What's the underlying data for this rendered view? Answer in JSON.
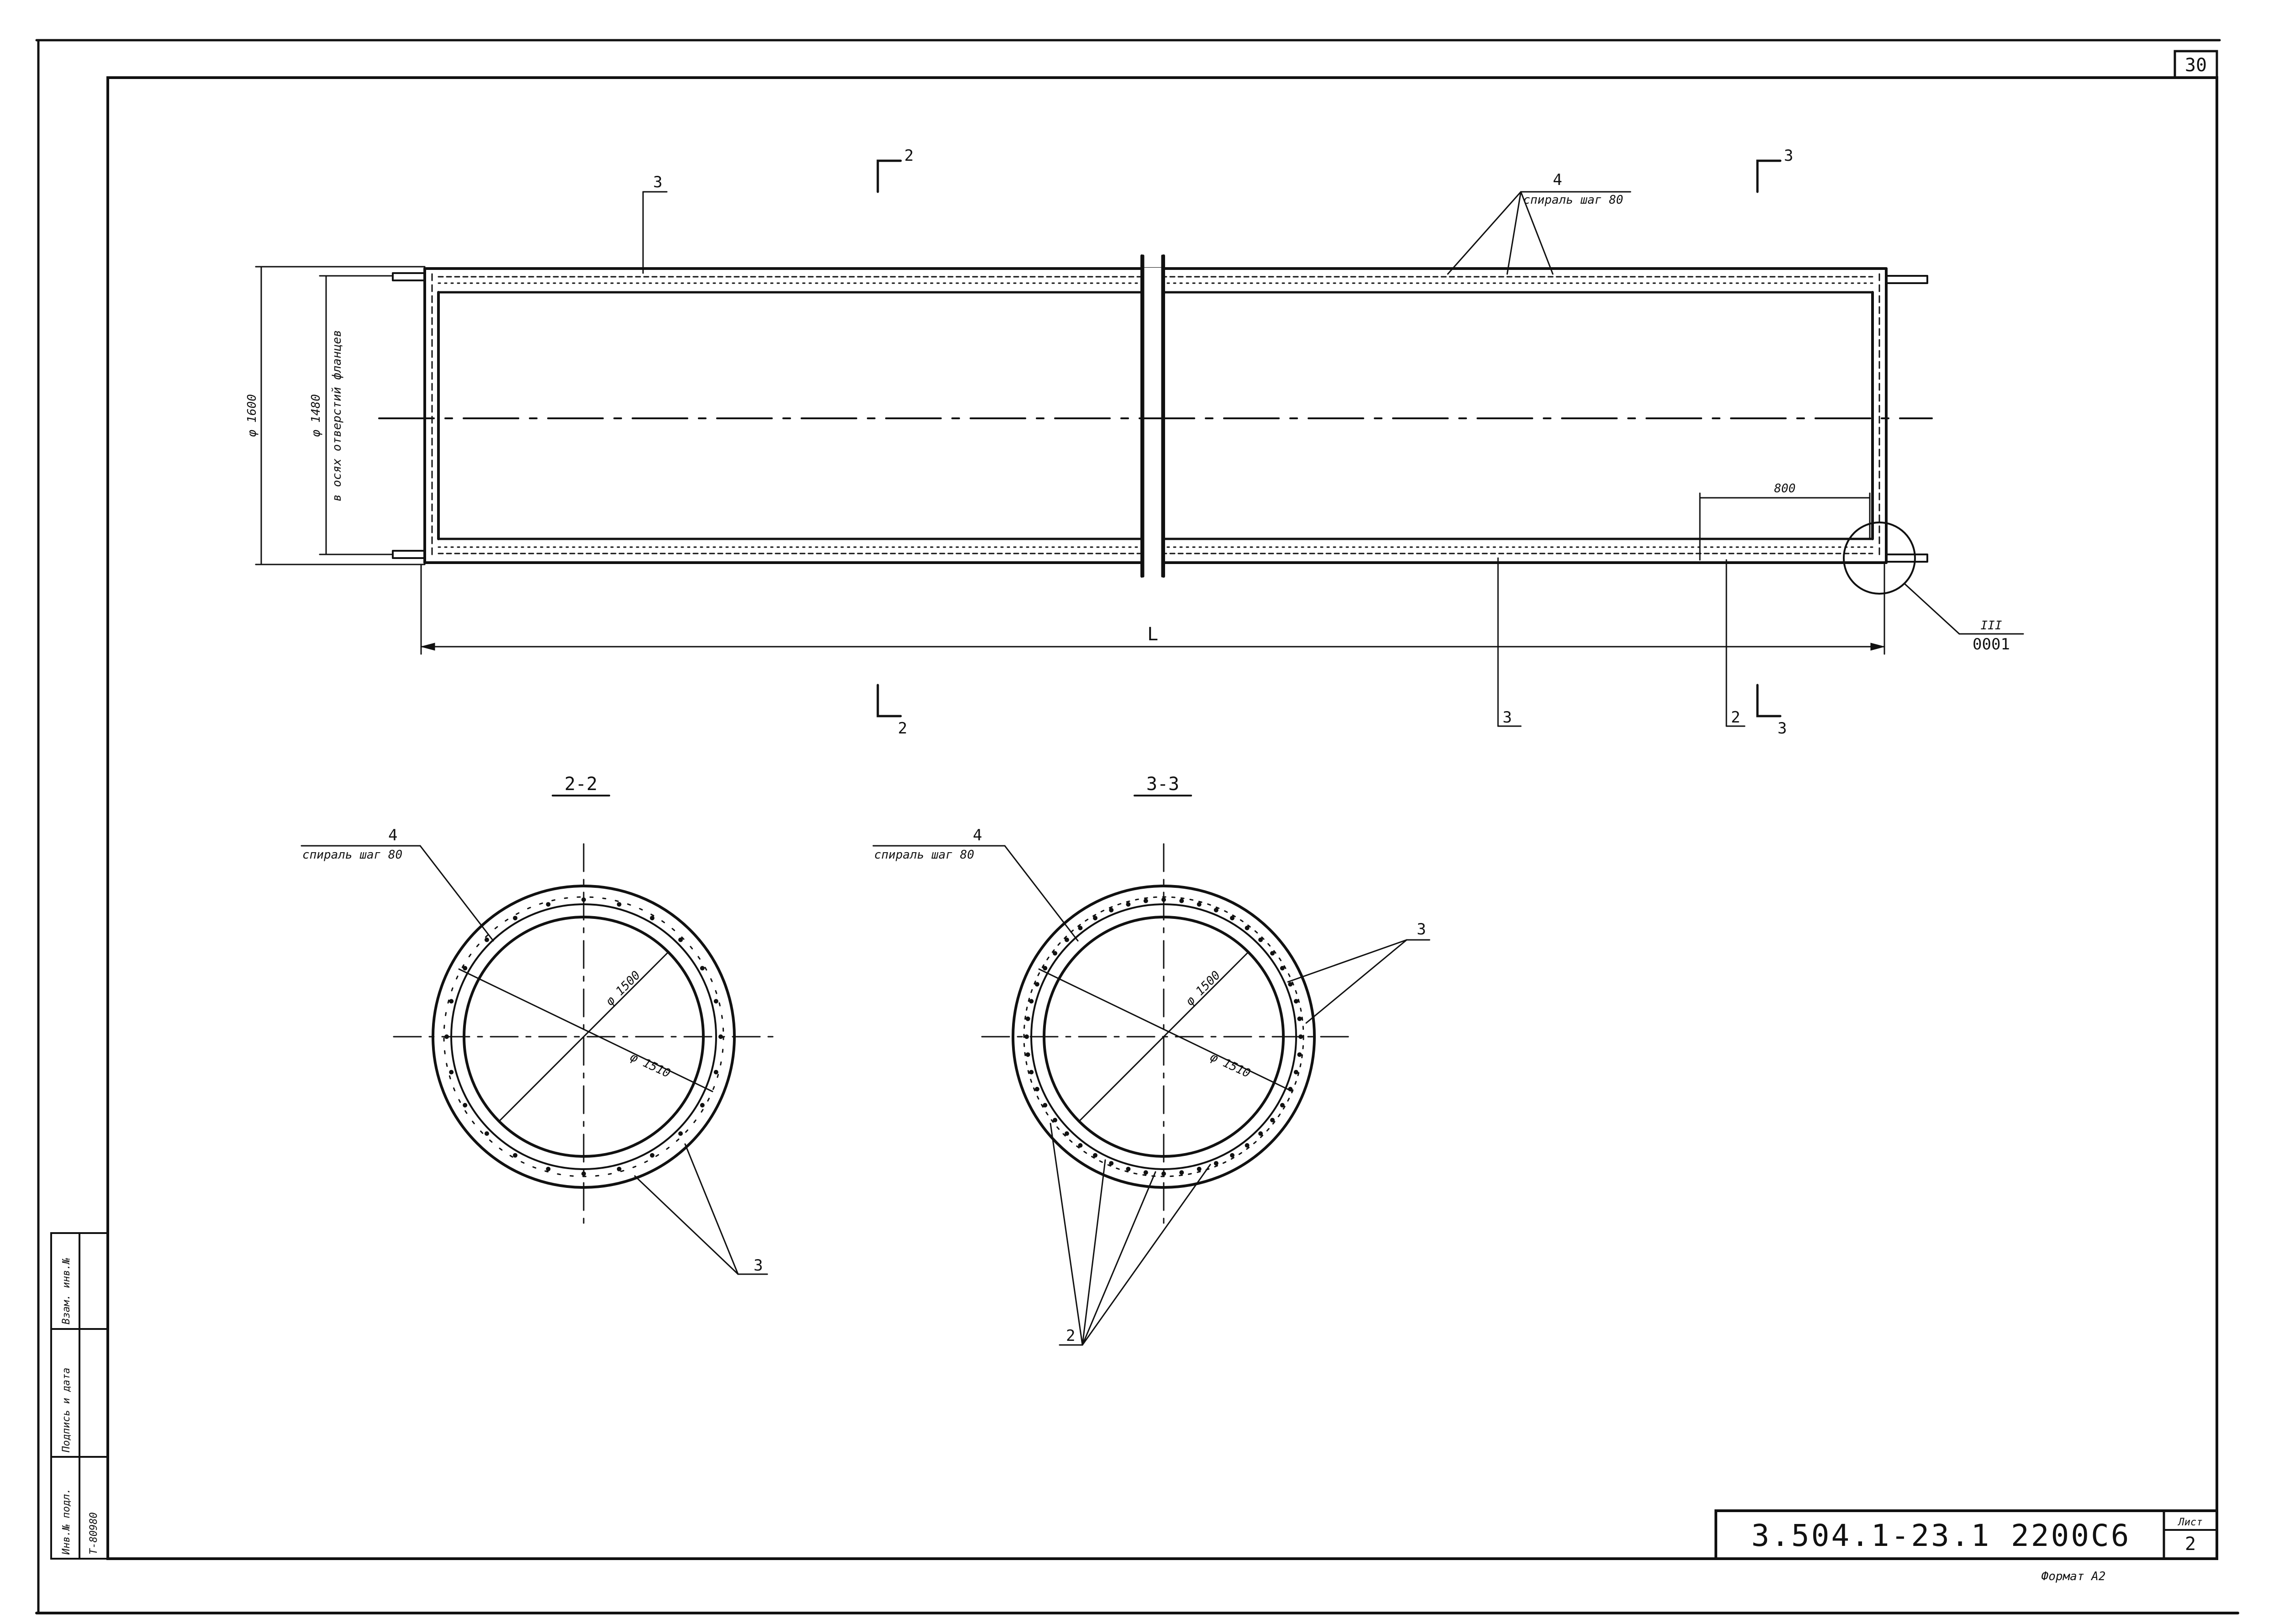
{
  "sheet_number": "30",
  "drawing_code": "3.504.1-23.1 2200С6",
  "sheet_index": "2",
  "sheet_index_label": "Лист",
  "format_label": "Формат А2",
  "elevation": {
    "pos_spiral": "4",
    "spiral_text": "спираль шаг 80",
    "pos_top_rebar": "3",
    "pos_bottom_rebar": "3",
    "pos_bottom_rebar2": "2",
    "dim_outer_diameter": "φ 1600",
    "dim_bolt_circle_1": "φ 1480",
    "dim_bolt_circle_2": "в осях отверстий фланцев",
    "dim_length": "L",
    "dim_800": "800",
    "detail_callout_top": "III",
    "detail_callout_bottom": "0001",
    "cut2_top": "2",
    "cut2_bottom": "2",
    "cut3_top": "3",
    "cut3_bottom": "3"
  },
  "section_2": {
    "title": "2-2",
    "pos_spiral": "4",
    "spiral_text": "спираль шаг 80",
    "dim_inner": "φ 1500",
    "dim_outer": "φ 1510",
    "pos_rebar": "3"
  },
  "section_3": {
    "title": "3-3",
    "pos_spiral": "4",
    "spiral_text": "спираль шаг 80",
    "dim_inner": "φ 1500",
    "dim_outer": "φ 1510",
    "pos_rebar_3": "3",
    "pos_rebar_2": "2"
  },
  "stamp": {
    "col1_head": "Инв.№ подл.",
    "col1_value": "Т-80980",
    "col2_head": "Подпись и дата",
    "col3_head": "Взам. инв.№"
  }
}
